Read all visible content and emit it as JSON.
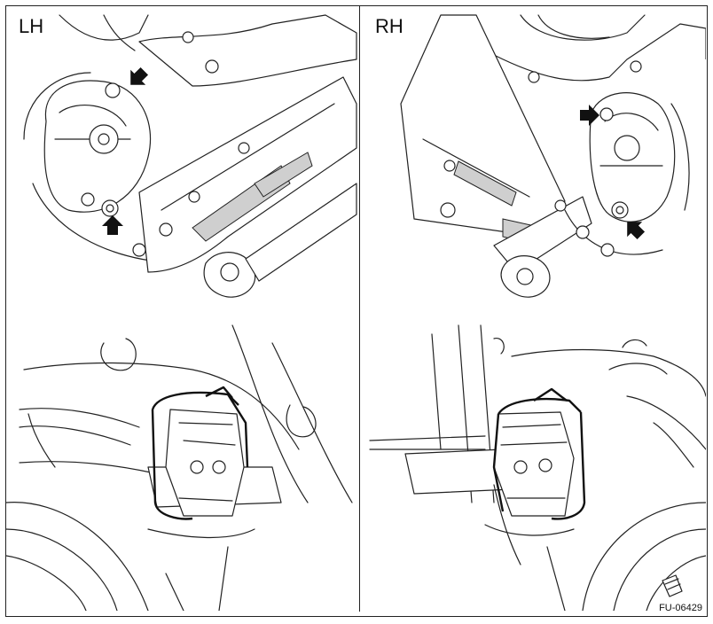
{
  "labels": {
    "left_side": "LH",
    "right_side": "RH",
    "figure_code": "FU-06429"
  },
  "icons": {
    "arrow": "arrow-icon"
  }
}
